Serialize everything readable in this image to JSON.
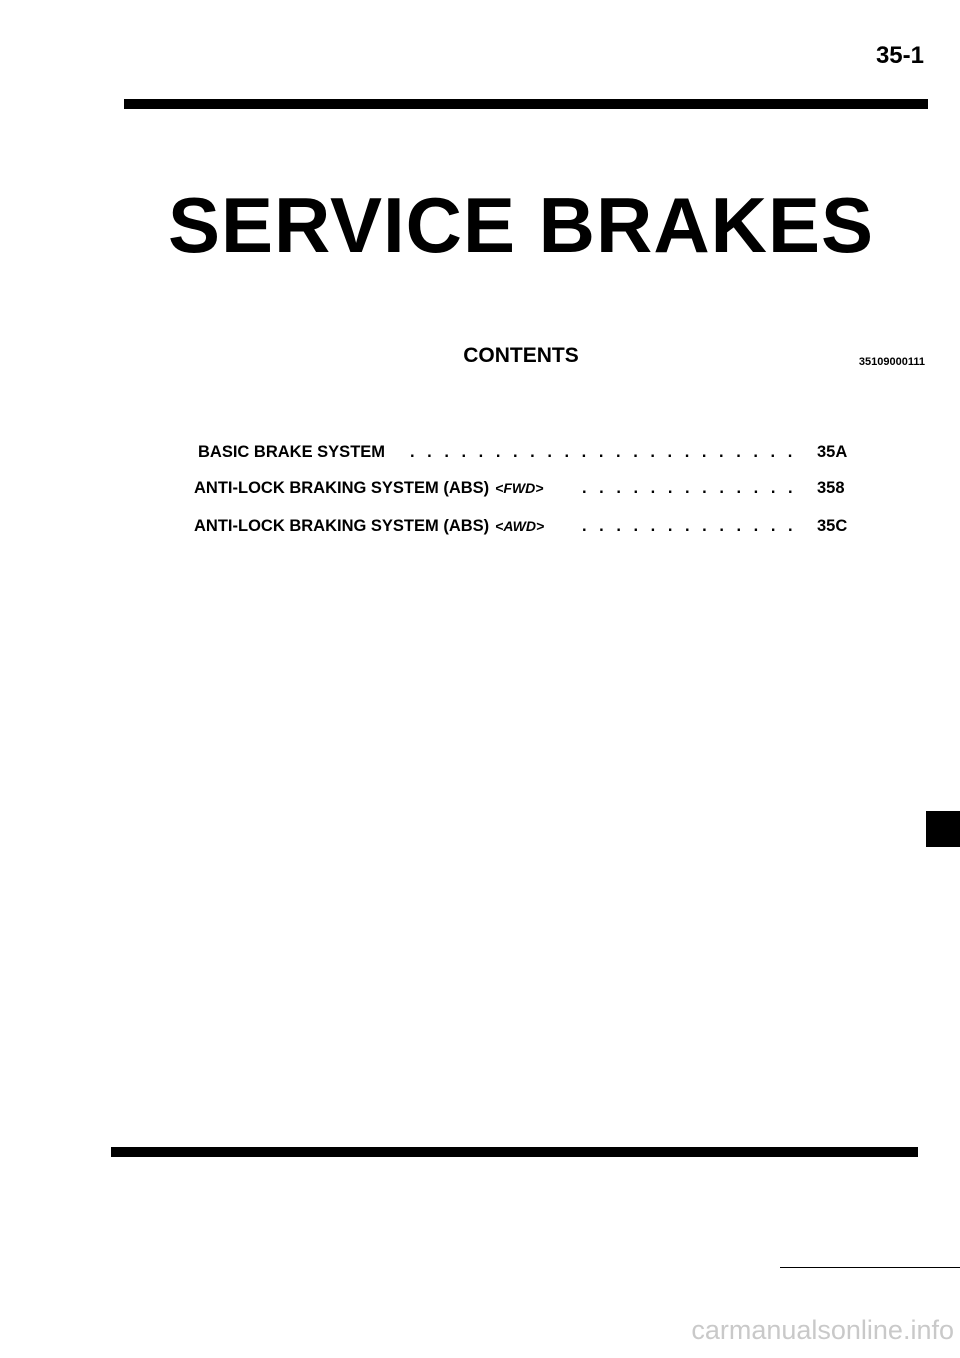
{
  "header": {
    "page_number": "35-1"
  },
  "title": "SERVICE BRAKES",
  "contents": {
    "heading": "CONTENTS",
    "code": "35109000111",
    "items": [
      {
        "label": "BASIC BRAKE SYSTEM",
        "tag": "",
        "dots": ". . . . . . . . . . . . . . . . . . . . . . . . . . . . . . . . . . . . . . . . . . . . . . . .",
        "page": "35A"
      },
      {
        "label": "ANTI-LOCK BRAKING SYSTEM (ABS)",
        "tag": "<FWD>",
        "dots": ". . . . . . . . . . . . . . . . . . . . . . . . . . .",
        "page": "358"
      },
      {
        "label": "ANTI-LOCK BRAKING SYSTEM (ABS)",
        "tag": "<AWD>",
        "dots": ". . . . . . . . . . . . . . . . . . . . . . . . . . .",
        "page": "35C"
      }
    ]
  },
  "footer": {
    "watermark": "carmanualsonline.info"
  }
}
